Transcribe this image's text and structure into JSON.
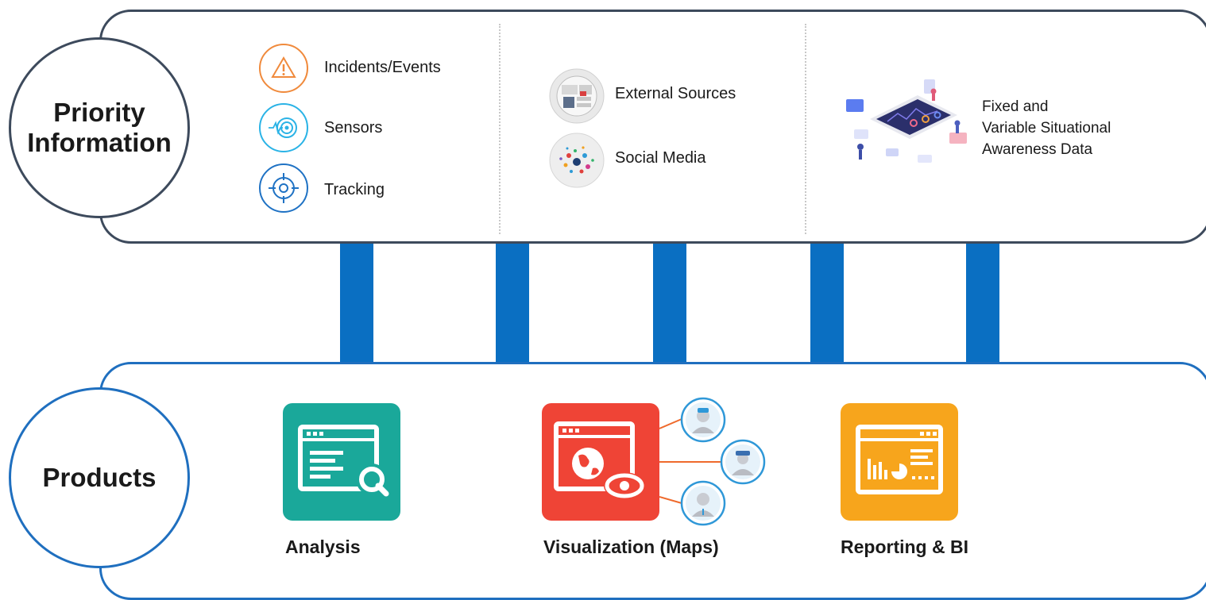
{
  "priority": {
    "title_line1": "Priority",
    "title_line2": "Information",
    "items": [
      {
        "label": "Incidents/Events",
        "icon": "warning-icon"
      },
      {
        "label": "Sensors",
        "icon": "sensor-icon"
      },
      {
        "label": "Tracking",
        "icon": "tracking-icon"
      },
      {
        "label": "External Sources",
        "icon": "news-globe-icon"
      },
      {
        "label": "Social Media",
        "icon": "social-network-icon"
      }
    ],
    "situational_line1": "Fixed and",
    "situational_line2": "Variable Situational",
    "situational_line3": "Awareness Data"
  },
  "products": {
    "title": "Products",
    "items": [
      {
        "label": "Analysis",
        "color": "#1aa89a"
      },
      {
        "label": "Visualization (Maps)",
        "color": "#ef4436"
      },
      {
        "label": "Reporting & BI",
        "color": "#f7a51c"
      }
    ]
  },
  "colors": {
    "arrow": "#0a6fc2",
    "top_border": "#3d4a5c",
    "bottom_border": "#1f6fbf"
  }
}
